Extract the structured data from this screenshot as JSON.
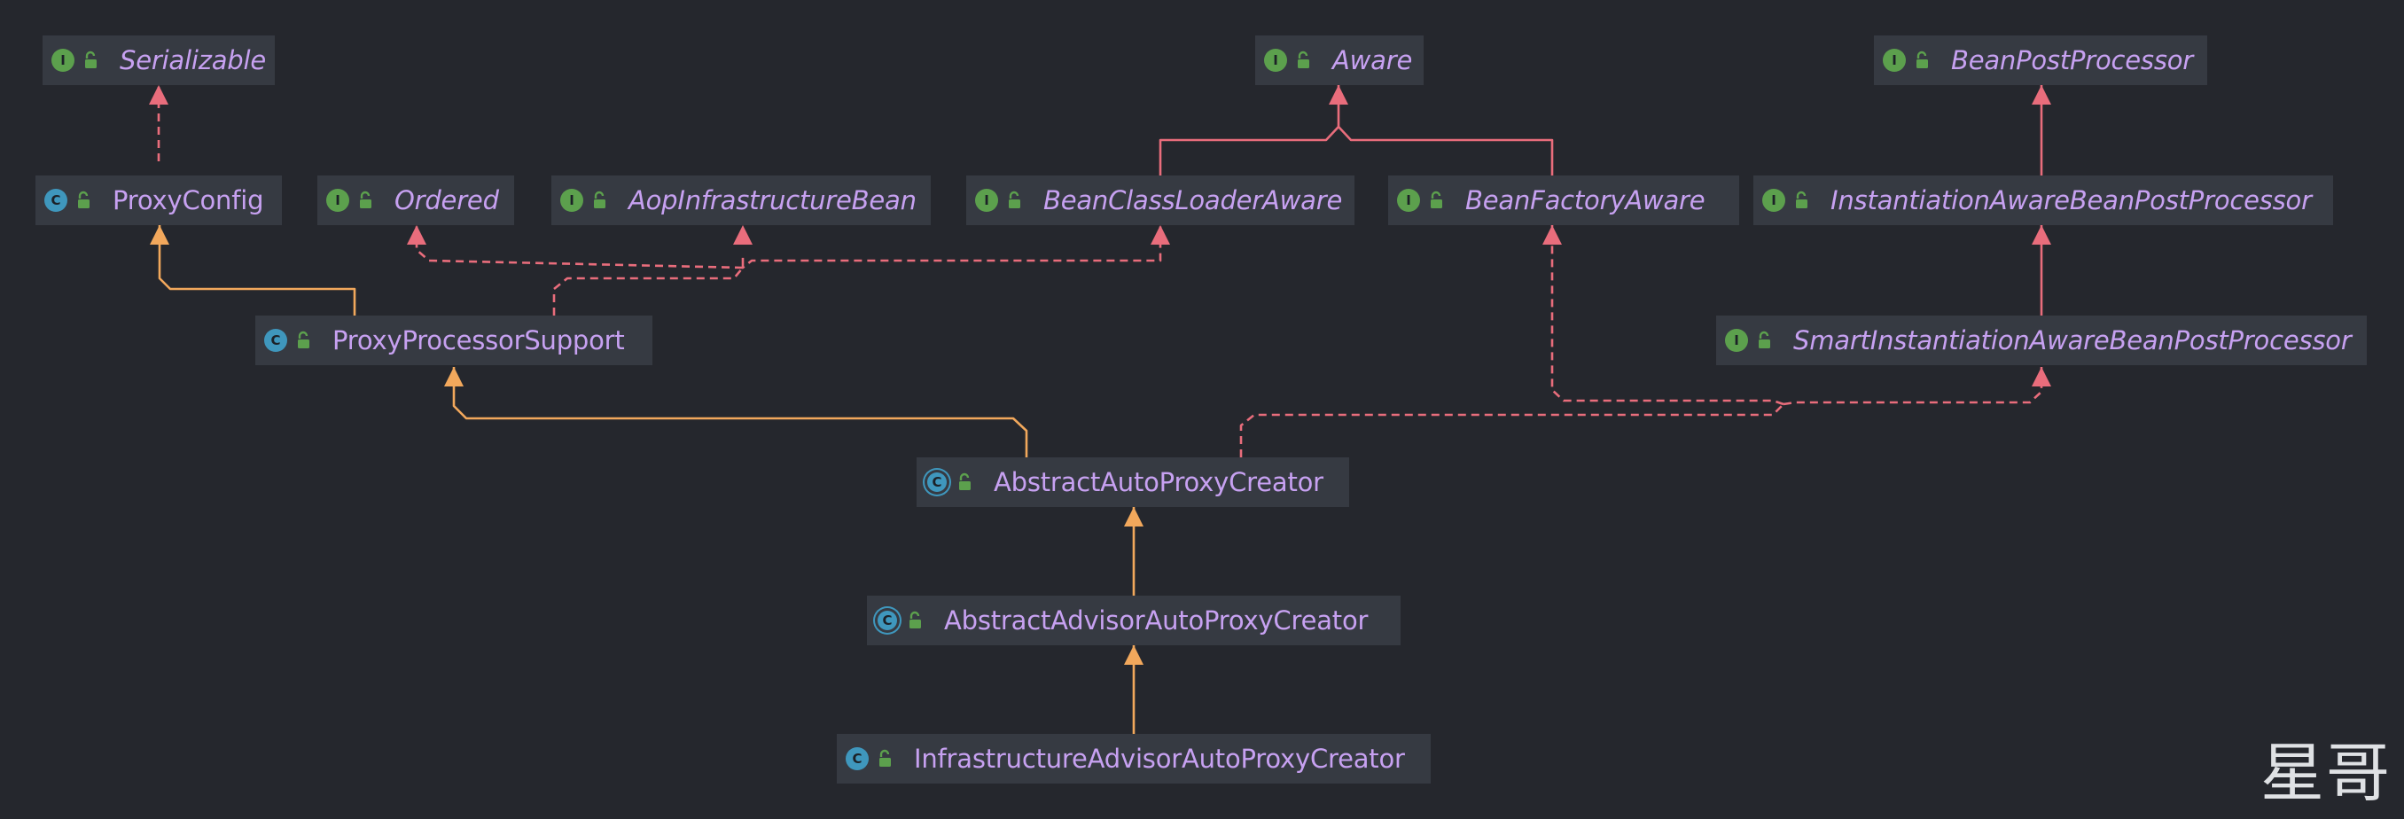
{
  "diagram": {
    "nodes": [
      {
        "id": "serializable",
        "label": "Serializable",
        "kind": "interface",
        "kind_letter": "I",
        "icon": "interface-icon"
      },
      {
        "id": "aware",
        "label": "Aware",
        "kind": "interface",
        "kind_letter": "I",
        "icon": "interface-icon"
      },
      {
        "id": "bean-post-processor",
        "label": "BeanPostProcessor",
        "kind": "interface",
        "kind_letter": "I",
        "icon": "interface-icon"
      },
      {
        "id": "proxy-config",
        "label": "ProxyConfig",
        "kind": "class",
        "kind_letter": "C",
        "icon": "class-icon"
      },
      {
        "id": "ordered",
        "label": "Ordered",
        "kind": "interface",
        "kind_letter": "I",
        "icon": "interface-icon"
      },
      {
        "id": "aop-infrastructure-bean",
        "label": "AopInfrastructureBean",
        "kind": "interface",
        "kind_letter": "I",
        "icon": "interface-icon"
      },
      {
        "id": "bean-class-loader-aware",
        "label": "BeanClassLoaderAware",
        "kind": "interface",
        "kind_letter": "I",
        "icon": "interface-icon"
      },
      {
        "id": "bean-factory-aware",
        "label": "BeanFactoryAware",
        "kind": "interface",
        "kind_letter": "I",
        "icon": "interface-icon"
      },
      {
        "id": "instantiation-aware-bpp",
        "label": "InstantiationAwareBeanPostProcessor",
        "kind": "interface",
        "kind_letter": "I",
        "icon": "interface-icon"
      },
      {
        "id": "proxy-processor-support",
        "label": "ProxyProcessorSupport",
        "kind": "class",
        "kind_letter": "C",
        "icon": "class-icon"
      },
      {
        "id": "smart-instantiation-aware-bpp",
        "label": "SmartInstantiationAwareBeanPostProcessor",
        "kind": "interface",
        "kind_letter": "I",
        "icon": "interface-icon"
      },
      {
        "id": "abstract-auto-proxy-creator",
        "label": "AbstractAutoProxyCreator",
        "kind": "abstract",
        "kind_letter": "C",
        "icon": "abstract-class-icon"
      },
      {
        "id": "abstract-advisor-auto-proxy-creator",
        "label": "AbstractAdvisorAutoProxyCreator",
        "kind": "abstract",
        "kind_letter": "C",
        "icon": "abstract-class-icon"
      },
      {
        "id": "infrastructure-advisor-auto-proxy-creator",
        "label": "InfrastructureAdvisorAutoProxyCreator",
        "kind": "class",
        "kind_letter": "C",
        "icon": "class-icon"
      }
    ],
    "edges": [
      {
        "from": "proxy-config",
        "to": "serializable",
        "type": "implements"
      },
      {
        "from": "bean-class-loader-aware",
        "to": "aware",
        "type": "extends-interface"
      },
      {
        "from": "bean-factory-aware",
        "to": "aware",
        "type": "extends-interface"
      },
      {
        "from": "instantiation-aware-bpp",
        "to": "bean-post-processor",
        "type": "extends-interface"
      },
      {
        "from": "smart-instantiation-aware-bpp",
        "to": "instantiation-aware-bpp",
        "type": "extends-interface"
      },
      {
        "from": "proxy-processor-support",
        "to": "proxy-config",
        "type": "extends"
      },
      {
        "from": "proxy-processor-support",
        "to": "ordered",
        "type": "implements"
      },
      {
        "from": "proxy-processor-support",
        "to": "aop-infrastructure-bean",
        "type": "implements"
      },
      {
        "from": "proxy-processor-support",
        "to": "bean-class-loader-aware",
        "type": "implements"
      },
      {
        "from": "abstract-auto-proxy-creator",
        "to": "proxy-processor-support",
        "type": "extends"
      },
      {
        "from": "abstract-auto-proxy-creator",
        "to": "bean-factory-aware",
        "type": "implements"
      },
      {
        "from": "abstract-auto-proxy-creator",
        "to": "smart-instantiation-aware-bpp",
        "type": "implements"
      },
      {
        "from": "abstract-advisor-auto-proxy-creator",
        "to": "abstract-auto-proxy-creator",
        "type": "extends"
      },
      {
        "from": "infrastructure-advisor-auto-proxy-creator",
        "to": "abstract-advisor-auto-proxy-creator",
        "type": "extends"
      }
    ],
    "colors": {
      "background": "#25272d",
      "node_fill": "#363a42",
      "label": "#c7a1f1",
      "extends_edge": "#f2a85c",
      "implements_edge": "#e96d7c",
      "interface_badge": "#5ca04d",
      "class_badge": "#3f97bd",
      "lock": "#5ca04d"
    }
  },
  "watermark": "星哥"
}
